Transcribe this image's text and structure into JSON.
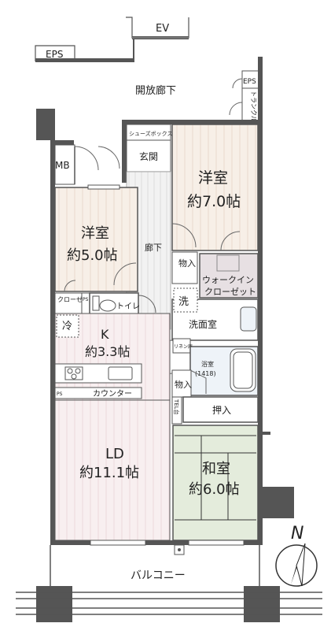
{
  "labels": {
    "ev": "EV",
    "eps_top": "EPS",
    "eps_right": "EPS",
    "trunk_room": "トランクルーム",
    "corridor_open": "開放廊下",
    "mb": "MB",
    "shoes_box": "シューズボックス",
    "entrance": "玄関",
    "hallway": "廊下",
    "storage1": "物入",
    "storage2": "物入",
    "closet": "クローゼット",
    "ps1": "PS",
    "ps2": "PS",
    "toilet": "トイレ",
    "fridge": "冷",
    "wash_machine": "洗",
    "washroom": "洗面室",
    "linen": "リネン庫",
    "bath_room": "浴室",
    "bath_size": "(1418)",
    "counter": "カウンター",
    "tel": "TEL台",
    "oshiire": "押入",
    "balcony": "バルコニー",
    "north": "N"
  },
  "rooms": {
    "western_large": {
      "name": "洋室",
      "size": "約7.0帖"
    },
    "western_small": {
      "name": "洋室",
      "size": "約5.0帖"
    },
    "walkin": {
      "name": "ウォークイン",
      "sub": "クローゼット"
    },
    "kitchen": {
      "name": "K",
      "size": "約3.3帖"
    },
    "ld": {
      "name": "LD",
      "size": "約11.1帖"
    },
    "japanese": {
      "name": "和室",
      "size": "約6.0帖"
    }
  },
  "colors": {
    "western": "#f7efe7",
    "floor_stripe": "#ead9cc",
    "ld": "#f8eff0",
    "ld_stripe": "#ecd9dc",
    "japanese": "#e4ecdc",
    "tatami_line": "#333333",
    "closet": "#e7e0e3",
    "corridor": "#f0f0f0",
    "wall": "#555555",
    "bath": "#eef3f8"
  }
}
